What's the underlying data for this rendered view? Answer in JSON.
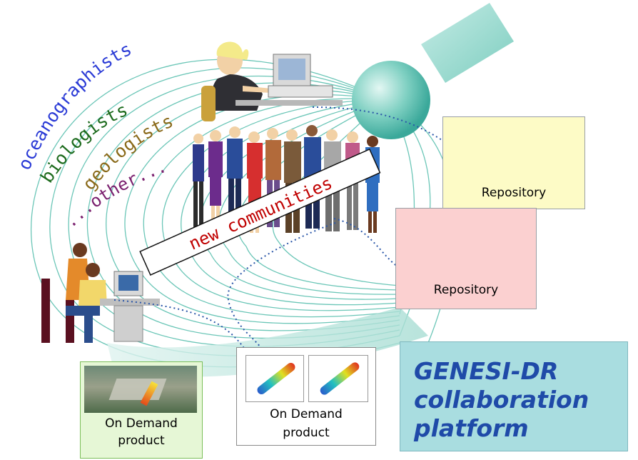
{
  "communities": {
    "oceanographists": "oceanographists",
    "biologists": "biologists",
    "geologists": "geologists",
    "other": "...other..."
  },
  "new_communities": "new communities",
  "repositories": [
    "Repository",
    "Repository"
  ],
  "on_demand_products": [
    "On Demand product",
    "On Demand product"
  ],
  "platform": {
    "line1": "GENESI-DR",
    "line2": "collaboration",
    "line3": "platform"
  },
  "colors": {
    "oceanographists": "#2b3bd6",
    "biologists": "#1d6b1d",
    "geologists": "#8a6a1a",
    "other": "#7a1f6e",
    "new_communities": "#c00000",
    "globe": "#5cc0b0",
    "platform_text": "#1f4aa8"
  }
}
